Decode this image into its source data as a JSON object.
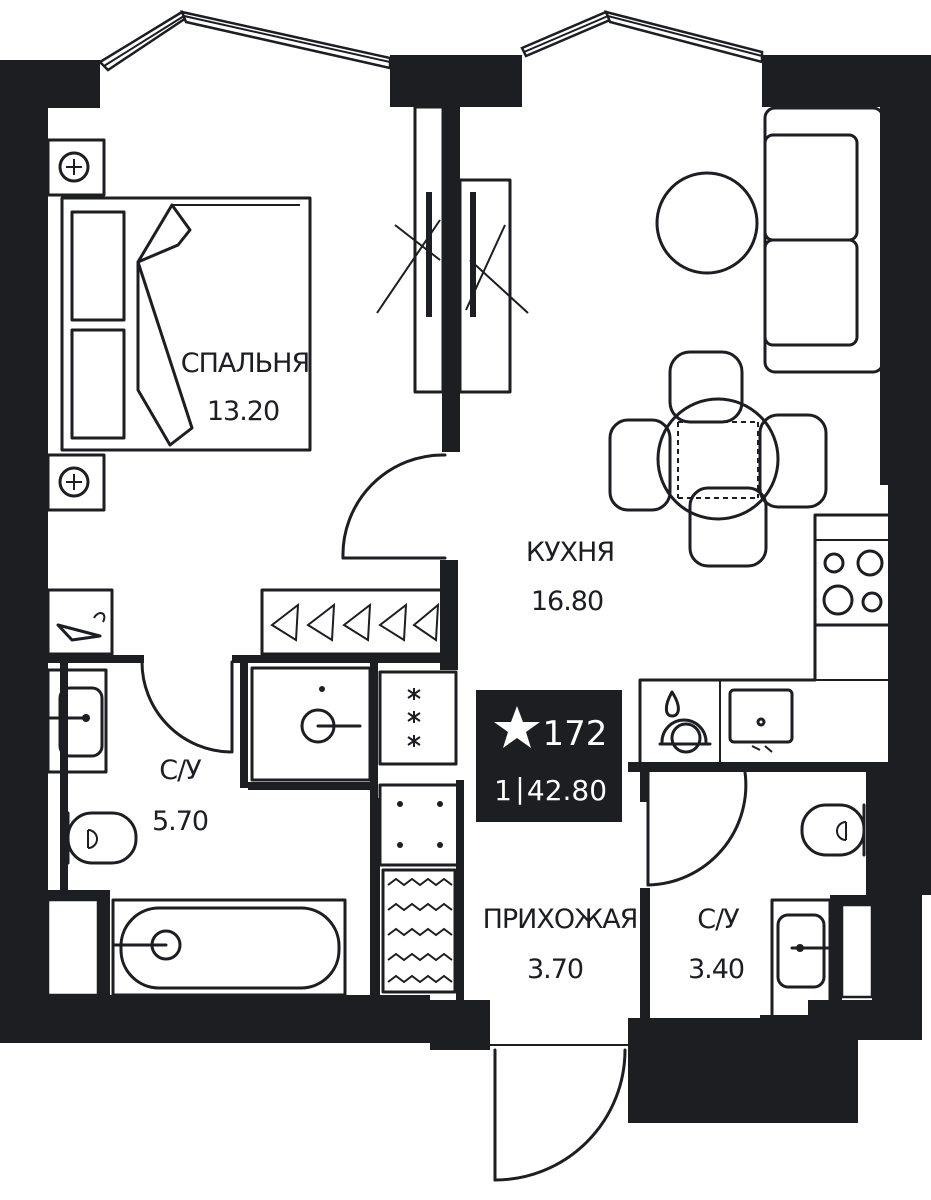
{
  "colors": {
    "wall": "#1d1e22",
    "background": "#ffffff",
    "badge_bg": "#1d1e22",
    "badge_text": "#ffffff"
  },
  "badge": {
    "icon": "star-icon",
    "number": "172",
    "rooms": "1",
    "separator": "|",
    "total_area": "42.80"
  },
  "rooms": {
    "bedroom": {
      "name": "СПАЛЬНЯ",
      "area": "13.20"
    },
    "kitchen": {
      "name": "КУХНЯ",
      "area": "16.80"
    },
    "bathroom_main": {
      "name": "С/У",
      "area": "5.70"
    },
    "hallway": {
      "name": "ПРИХОЖАЯ",
      "area": "3.70"
    },
    "bathroom_small": {
      "name": "С/У",
      "area": "3.40"
    }
  },
  "fixtures": [
    "bed-icon",
    "socket-icon",
    "sofa-icon",
    "round-table-icon",
    "dining-table-icon",
    "stove-icon",
    "sink-icon",
    "dishwasher-icon",
    "toilet-icon",
    "bathtub-icon",
    "washing-machine-icon",
    "wardrobe-icon",
    "radiator-icon",
    "hanger-icon"
  ]
}
